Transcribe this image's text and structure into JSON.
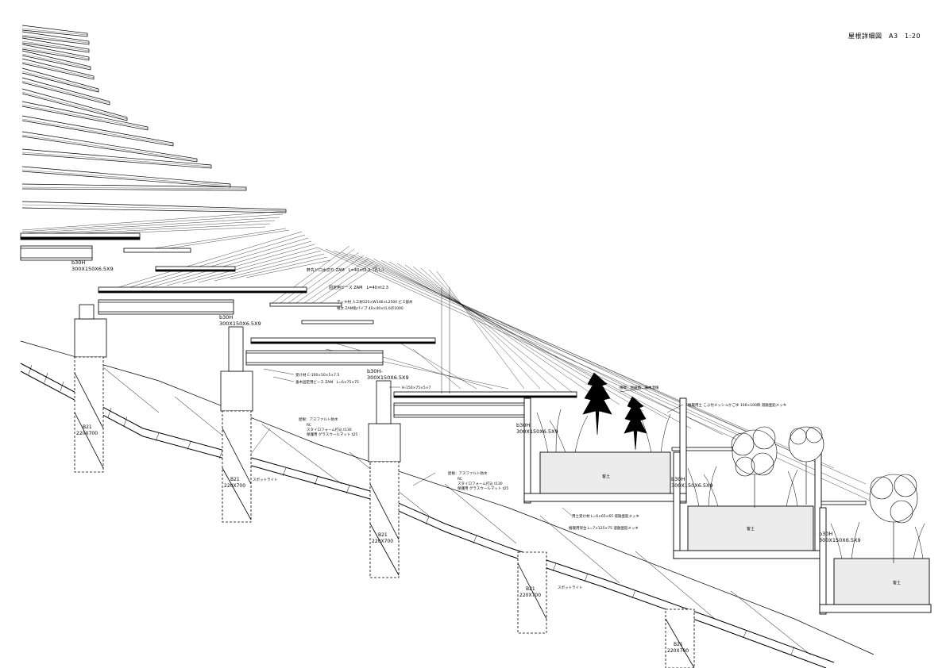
{
  "sheet_title": "屋根詳細図　A3　1:20",
  "section_labels": {
    "beam": "300X150X6.5X9",
    "beam_tag": "b30H",
    "pier": "220X700",
    "pier_tag": "B21"
  },
  "callouts": {
    "c1": "軒先ド口水切り ZAM　L=40×t2.3（孔し）",
    "c2": "固定用ビース ZAM　L=40×t2.3",
    "c3": "デッキ材 人工材125×W146×L2500 ビス留め",
    "c4": "根太 ZAM角パイプ 40×40×t1.6＠1000",
    "c5": "受け材 C-100×50×5×7.5",
    "c6": "垂木固定用ビース ZAM　L=6×75×75",
    "c7": "b30H-",
    "c8": "H-150×75×5×7",
    "c9": "屋根：アスファルト防水",
    "c10": "RC",
    "c11": "スタイロフォーム打込 t130",
    "c12": "保護用 グラスウールマット t25",
    "c13": "スポットライト",
    "c14": "植栽：地被類　低木混植",
    "c15": "植栽用土 こぶ付メッシュかごゆ 100×100目 溶融亜鉛メッキ",
    "c16": "用土受け材 L=6×65×65 溶融亜鉛メッキ",
    "c17": "植栽用架台 L=7×125×75 溶融亜鉛メッキ",
    "c18": "客土"
  }
}
